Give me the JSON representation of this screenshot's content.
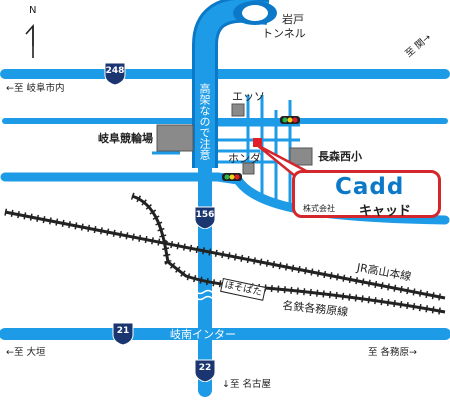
{
  "north": "N",
  "tunnel": {
    "line1": "岩戸",
    "line2": "トンネル"
  },
  "elevated_road": "高架なので注意",
  "route_badges": {
    "r248": "248",
    "r156": "156",
    "r21": "21",
    "r22": "22"
  },
  "directions": {
    "gifu_city": "←至 岐阜市内",
    "seki": "至 関→",
    "ogaki": "←至 大垣",
    "kakamigahara": "至 各務原→",
    "nagoya": "↓至 名古屋"
  },
  "landmarks": {
    "keirin": "岐阜競輪場",
    "esso": "エッソ",
    "honda": "ホンダ",
    "school": "長森西小"
  },
  "railways": {
    "jr": "JR高山本線",
    "meitetsu": "名鉄各務原線",
    "hosobata": "ほそばた"
  },
  "interchange": "岐南インター",
  "company": {
    "logo": "Cadd",
    "prefix": "株式会社",
    "name": "キャッド"
  },
  "colors": {
    "road": "#1e9be6",
    "road_dark": "#0b79c8",
    "shield": "#1a3570",
    "building": "#8a8a8a",
    "marker": "#e21f26",
    "callout": "#d3272d"
  }
}
